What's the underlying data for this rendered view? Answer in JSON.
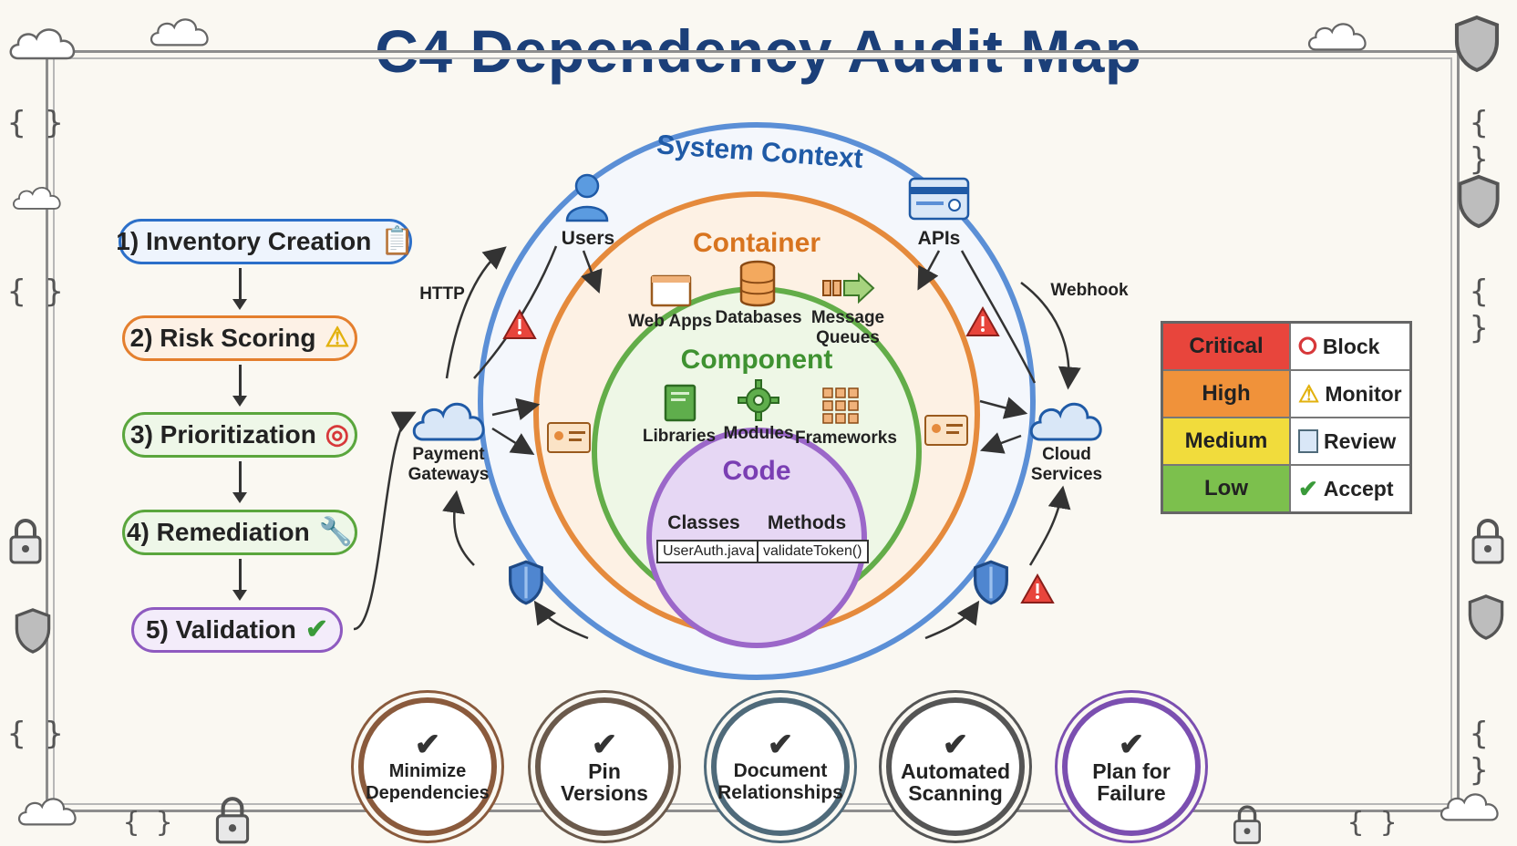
{
  "title": "C4 Dependency Audit Map",
  "steps": [
    {
      "label": "1) Inventory Creation",
      "icon": "clipboard-icon",
      "color": "#2b6fc9"
    },
    {
      "label": "2) Risk Scoring",
      "icon": "warning-icon",
      "color": "#e47f2e"
    },
    {
      "label": "3) Prioritization",
      "icon": "target-icon",
      "color": "#5aa63d"
    },
    {
      "label": "4) Remediation",
      "icon": "wrench-icon",
      "color": "#5aa63d"
    },
    {
      "label": "5) Validation",
      "icon": "check-icon",
      "color": "#8e5ac0"
    }
  ],
  "rings": {
    "system_context": "System Context",
    "container": "Container",
    "component": "Component",
    "code": "Code"
  },
  "context_nodes": {
    "users": "Users",
    "apis": "APIs",
    "payment_gateways": "Payment\nGateways",
    "cloud_services": "Cloud\nServices"
  },
  "flow_labels": {
    "http": "HTTP",
    "webhook": "Webhook"
  },
  "container_items": {
    "web_apps": "Web Apps",
    "databases": "Databases",
    "message_queues": "Message\nQueues"
  },
  "component_items": {
    "libraries": "Libraries",
    "modules": "Modules",
    "frameworks": "Frameworks"
  },
  "code_items": {
    "classes": "Classes",
    "methods": "Methods",
    "class_example": "UserAuth.java",
    "method_example": "validateToken()"
  },
  "legend": [
    {
      "severity": "Critical",
      "action": "Block",
      "color": "#e8453c",
      "icon": "stop-icon"
    },
    {
      "severity": "High",
      "action": "Monitor",
      "color": "#f0923a",
      "icon": "warning-icon"
    },
    {
      "severity": "Medium",
      "action": "Review",
      "color": "#f1dc3c",
      "icon": "document-icon"
    },
    {
      "severity": "Low",
      "action": "Accept",
      "color": "#7cc04d",
      "icon": "check-icon"
    }
  ],
  "principles": [
    {
      "label": "Minimize\nDependencies",
      "color": "#8a5a3c"
    },
    {
      "label": "Pin\nVersions",
      "color": "#6b5a4c"
    },
    {
      "label": "Document\nRelationships",
      "color": "#4f6a7a"
    },
    {
      "label": "Automated\nScanning",
      "color": "#555555"
    },
    {
      "label": "Plan for\nFailure",
      "color": "#7b4fb0"
    }
  ]
}
